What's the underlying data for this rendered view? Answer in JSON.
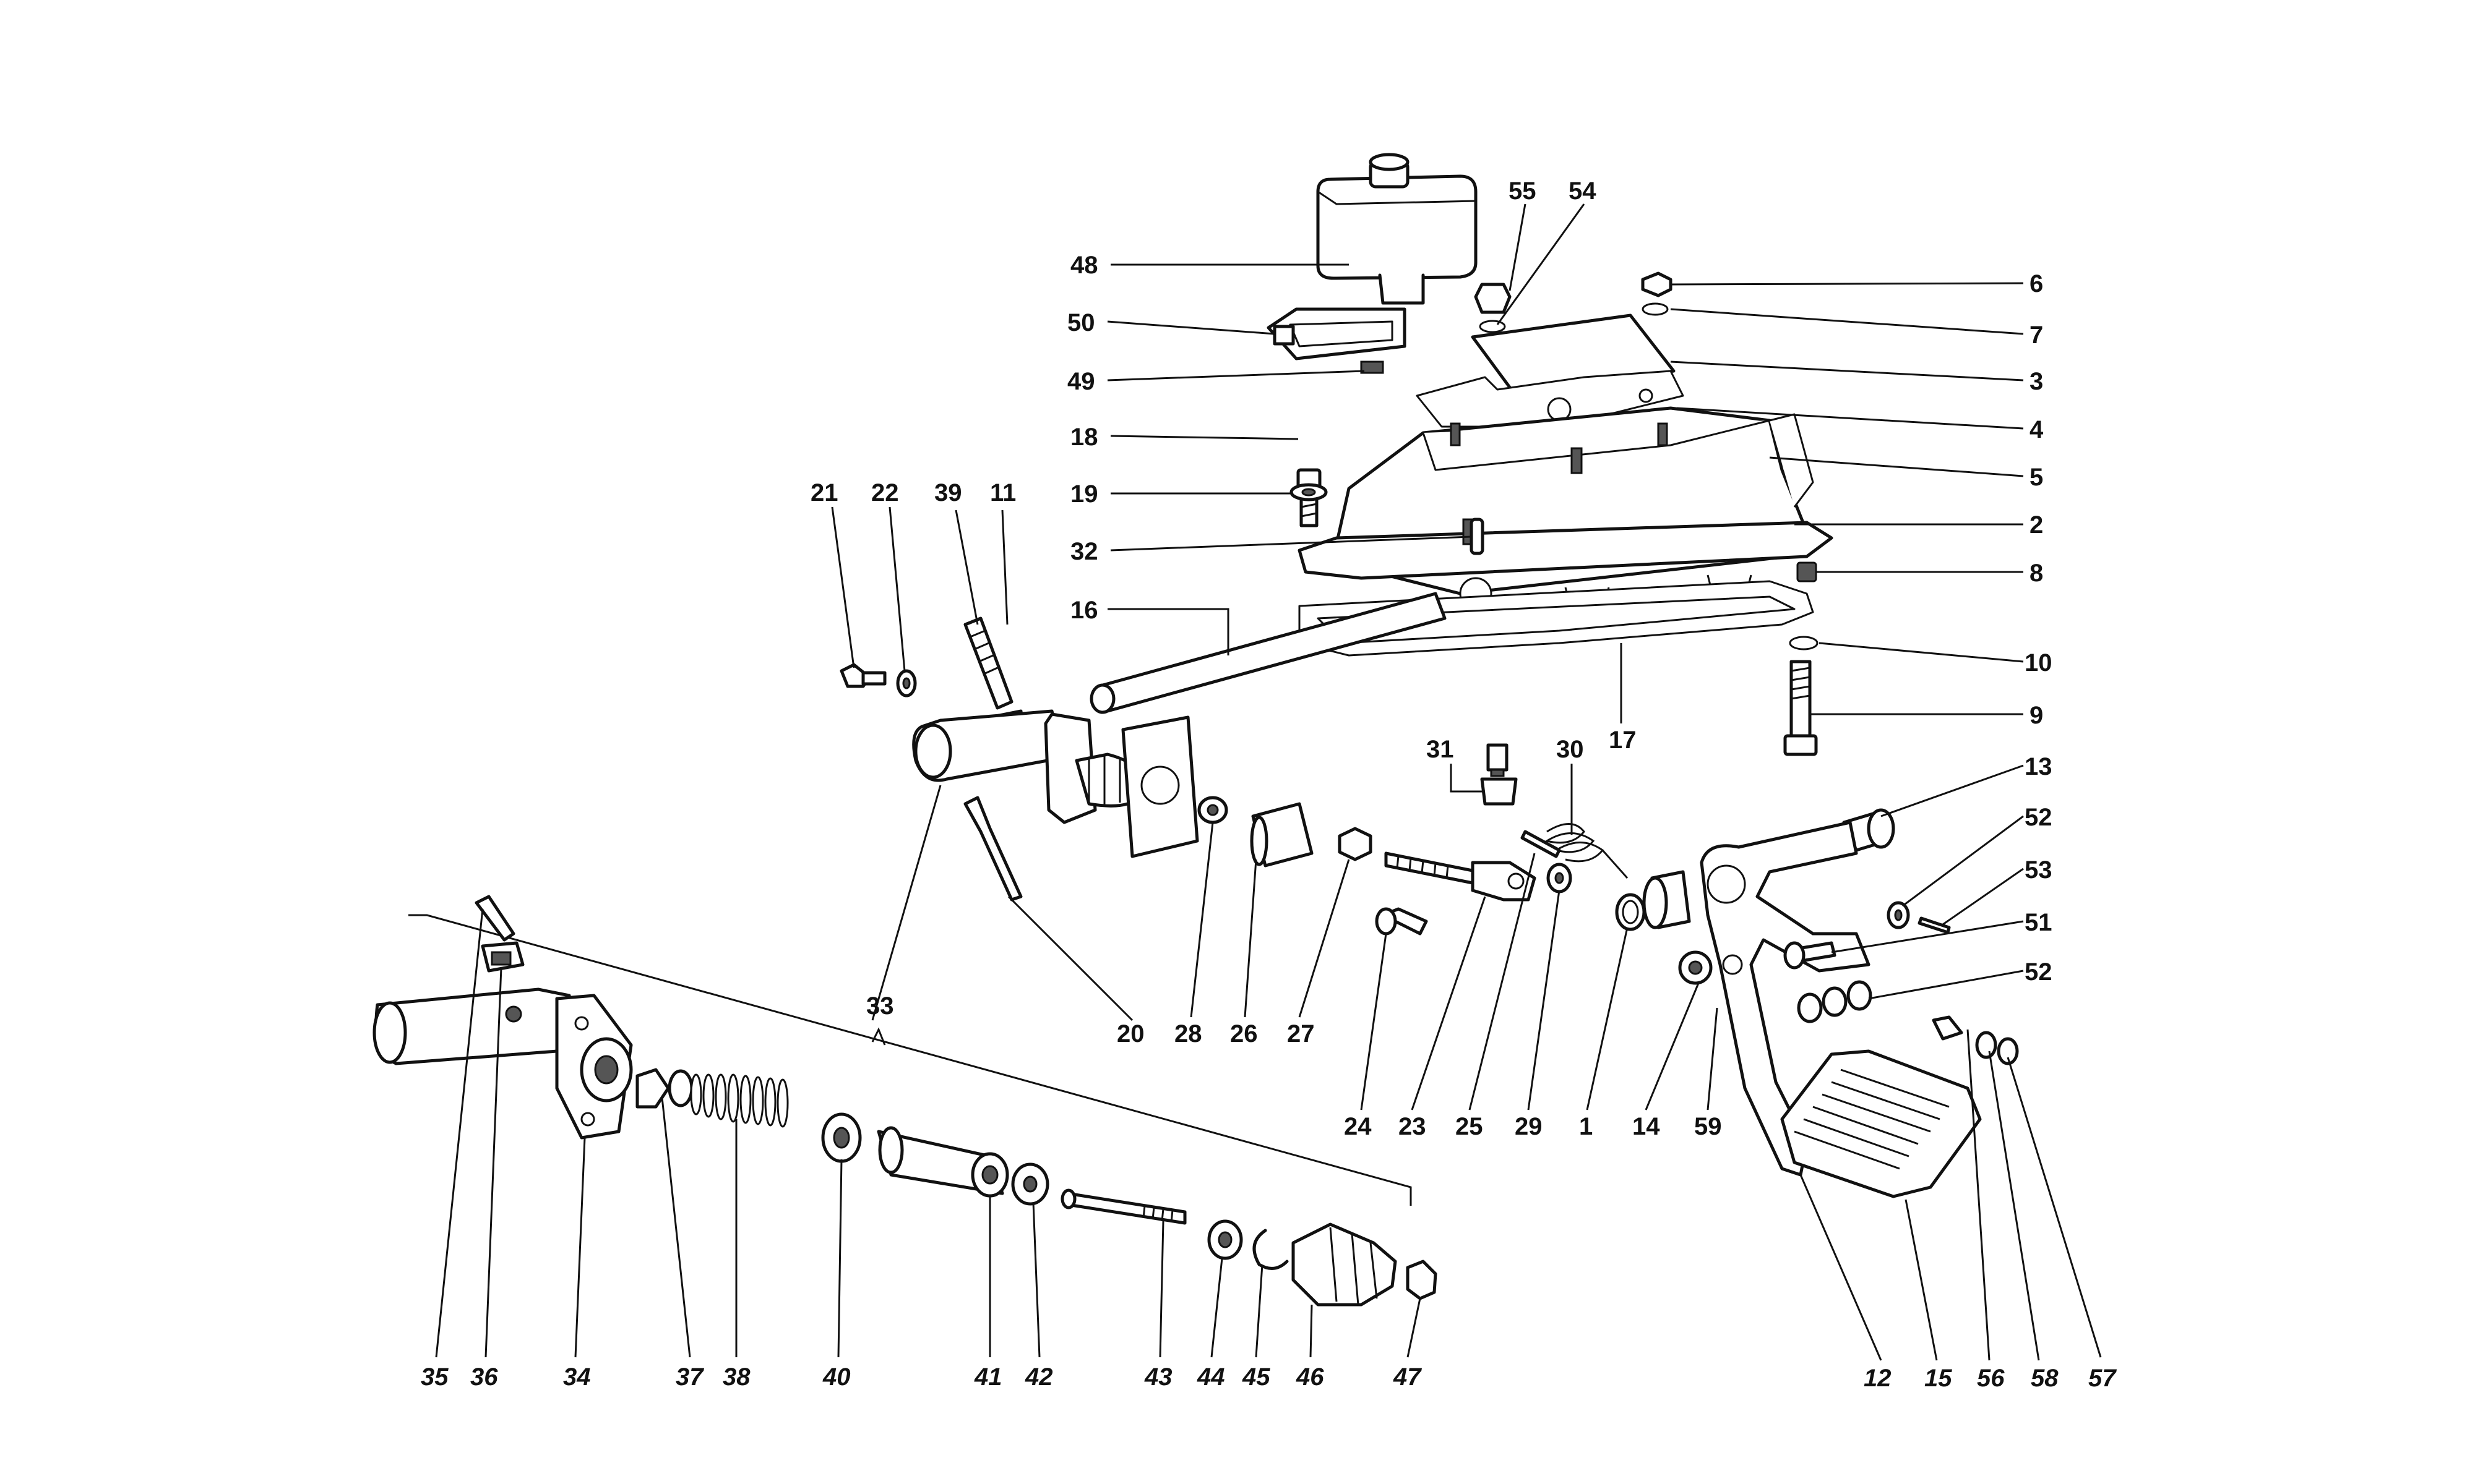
{
  "labels": {
    "l1": "1",
    "l2": "2",
    "l3": "3",
    "l4": "4",
    "l5": "5",
    "l6": "6",
    "l7": "7",
    "l8": "8",
    "l9": "9",
    "l10": "10",
    "l11": "11",
    "l12": "12",
    "l13": "13",
    "l14": "14",
    "l15": "15",
    "l16": "16",
    "l17": "17",
    "l18": "18",
    "l19": "19",
    "l20": "20",
    "l21": "21",
    "l22": "22",
    "l23": "23",
    "l24": "24",
    "l25": "25",
    "l26": "26",
    "l27": "27",
    "l28": "28",
    "l29": "29",
    "l30": "30",
    "l31": "31",
    "l32": "32",
    "l33": "33",
    "l34": "34",
    "l35": "35",
    "l36": "36",
    "l37": "37",
    "l38": "38",
    "l39": "39",
    "l40": "40",
    "l41": "41",
    "l42": "42",
    "l43": "43",
    "l44": "44",
    "l45": "45",
    "l46": "46",
    "l47": "47",
    "l48": "48",
    "l49": "49",
    "l50": "50",
    "l51": "51",
    "l52a": "52",
    "l52b": "52",
    "l53": "53",
    "l54": "54",
    "l55": "55",
    "l56": "56",
    "l57": "57",
    "l58": "58",
    "l59": "59"
  }
}
